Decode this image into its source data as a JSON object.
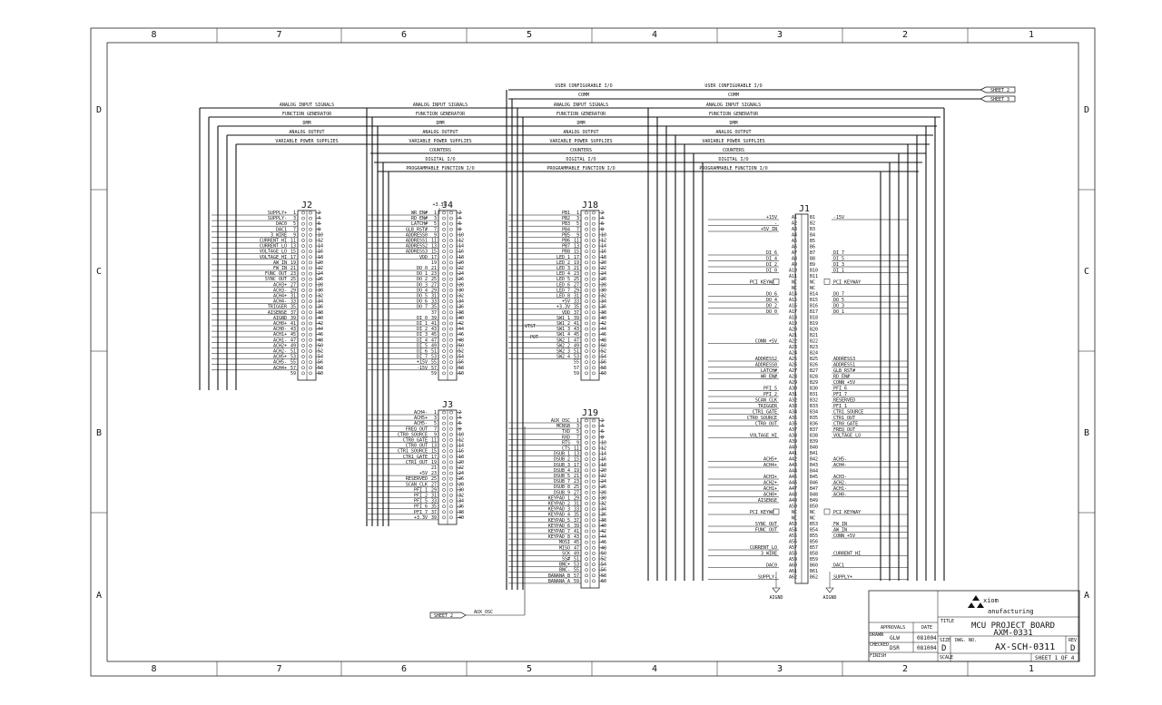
{
  "border": {
    "cols": [
      "8",
      "7",
      "6",
      "5",
      "4",
      "3",
      "2",
      "1"
    ],
    "rows": [
      "D",
      "C",
      "B",
      "A"
    ]
  },
  "buses": {
    "top_labels": [
      "USER CONFIGURABLE I/O",
      "COMM",
      "ANALOG INPUT SIGNALS",
      "FUNCTION GENERATOR",
      "DMM",
      "ANALOG OUTPUT",
      "VARIABLE POWER SUPPLIES",
      "COUNTERS",
      "DIGITAL I/O",
      "PROGRAMMABLE FUNCTION I/O"
    ]
  },
  "offsheet": {
    "sheet2": "SHEET 2",
    "sheet3": "SHEET 3",
    "aux_osc": "AUX_OSC"
  },
  "power": {
    "v33": "+3.3V",
    "agnd": "AIGND"
  },
  "j2": {
    "name": "J2",
    "left": [
      "SUPPLY+",
      "SUPPLY-",
      "DAC0",
      "DAC1",
      "3_WIRE",
      "CURRENT_HI",
      "CURRENT_LO",
      "VOLTAGE_LO",
      "VOLTAGE_HI",
      "AW_IN",
      "FW_IN",
      "FUNC_OUT",
      "SYNC_OUT",
      "ACH3+",
      "ACH3-",
      "ACH4+",
      "ACH4-",
      "TRIGGER",
      "AISENSE",
      "AIGND",
      "ACH0+",
      "ACH0-",
      "ACH1+",
      "ACH1-",
      "ACH2+",
      "ACH2-",
      "ACH5+",
      "ACH5-",
      "ACH4+"
    ],
    "leftnums": [
      "1",
      "3",
      "5",
      "7",
      "9",
      "11",
      "13",
      "15",
      "17",
      "19",
      "21",
      "23",
      "25",
      "27",
      "29",
      "31",
      "33",
      "35",
      "37",
      "39",
      "41",
      "43",
      "45",
      "47",
      "49",
      "51",
      "53",
      "55",
      "57",
      "59"
    ],
    "rightnums": [
      "2",
      "4",
      "6",
      "8",
      "10",
      "12",
      "14",
      "16",
      "18",
      "20",
      "22",
      "24",
      "26",
      "28",
      "30",
      "32",
      "34",
      "36",
      "38",
      "40",
      "42",
      "44",
      "46",
      "48",
      "50",
      "52",
      "54",
      "56",
      "58",
      "60"
    ]
  },
  "j4": {
    "name": "J4",
    "left": [
      "WR_EN#",
      "RD_EN#",
      "LATCH#",
      "GLB_RST#",
      "ADDRESS0",
      "ADDRESS1",
      "ADDRESS2",
      "ADDRESS3",
      "VDD",
      "",
      "DO_0",
      "DO_1",
      "DO_2",
      "DO_3",
      "DO_4",
      "DO_5",
      "DO_6",
      "DO_7",
      "",
      "DI_0",
      "DI_1",
      "DI_2",
      "DI_3",
      "DI_4",
      "DI_5",
      "DI_6",
      "DI_7",
      "+15V",
      "-15V"
    ],
    "leftnums": [
      "1",
      "3",
      "5",
      "7",
      "9",
      "11",
      "13",
      "15",
      "17",
      "19",
      "21",
      "23",
      "25",
      "27",
      "29",
      "31",
      "33",
      "35",
      "37",
      "39",
      "41",
      "43",
      "45",
      "47",
      "49",
      "51",
      "53",
      "55",
      "57",
      "59"
    ],
    "rightnums": [
      "2",
      "4",
      "6",
      "8",
      "10",
      "12",
      "14",
      "16",
      "18",
      "20",
      "22",
      "24",
      "26",
      "28",
      "30",
      "32",
      "34",
      "36",
      "38",
      "40",
      "42",
      "44",
      "46",
      "48",
      "50",
      "52",
      "54",
      "56",
      "58",
      "60"
    ]
  },
  "j3": {
    "name": "J3",
    "left": [
      "ACH4-",
      "ACH5+",
      "ACH5-",
      "FREQ_OUT",
      "CTR0_SOURCE",
      "CTR0_GATE",
      "CTR0_OUT",
      "CTR1_SOURCE",
      "CTR1_GATE",
      "CTR1_OUT",
      "",
      "+5V",
      "RESERVED",
      "SCAN_CLK",
      "PFI_1",
      "PFI_2",
      "PFI_5",
      "PFI_6",
      "PFI_7",
      "+3.3V"
    ],
    "leftnums": [
      "1",
      "3",
      "5",
      "7",
      "9",
      "11",
      "13",
      "15",
      "17",
      "19",
      "21",
      "23",
      "25",
      "27",
      "29",
      "31",
      "33",
      "35",
      "37",
      "39"
    ],
    "rightnums": [
      "2",
      "4",
      "6",
      "8",
      "10",
      "12",
      "14",
      "16",
      "18",
      "20",
      "22",
      "24",
      "26",
      "28",
      "30",
      "32",
      "34",
      "36",
      "38",
      "40"
    ]
  },
  "j18": {
    "name": "J18",
    "left": [
      "PB1",
      "PB2",
      "PB3",
      "PB4",
      "PB5",
      "PB6",
      "PB7",
      "PB8",
      "LED_1",
      "LED_2",
      "LED_3",
      "LED_4",
      "LED_5",
      "LED_6",
      "LED_7",
      "LED_8",
      "+5V",
      "+3.3V",
      "VDD",
      "SW1_1",
      "SW1_2",
      "SW1_3",
      "SW1_4",
      "SW2_1",
      "SW2_2",
      "SW2_3",
      "SW2_4"
    ],
    "leftnums": [
      "1",
      "3",
      "5",
      "7",
      "9",
      "11",
      "13",
      "15",
      "17",
      "19",
      "21",
      "23",
      "25",
      "27",
      "29",
      "31",
      "33",
      "35",
      "37",
      "39",
      "41",
      "43",
      "45",
      "47",
      "49",
      "51",
      "53",
      "55",
      "57",
      "59"
    ],
    "rightnums": [
      "2",
      "4",
      "6",
      "8",
      "10",
      "12",
      "14",
      "16",
      "18",
      "20",
      "22",
      "24",
      "26",
      "28",
      "30",
      "32",
      "34",
      "36",
      "38",
      "40",
      "42",
      "44",
      "46",
      "48",
      "50",
      "52",
      "54",
      "56",
      "58",
      "60"
    ],
    "extra": {
      "vtst": "VTST",
      "pot": "POT"
    }
  },
  "j19": {
    "name": "J19",
    "left": [
      "AUX_OSC",
      "MCNSB",
      "TXD",
      "RXD",
      "RTS",
      "CTS",
      "DSUB_1",
      "DSUB_2",
      "DSUB_3",
      "DSUB_4",
      "DSUB_5",
      "DSUB_7",
      "DSUB_8",
      "DSUB_9",
      "KEYPAD_1",
      "KEYPAD_2",
      "KEYPAD_3",
      "KEYPAD_4",
      "KEYPAD_5",
      "KEYPAD_6",
      "KEYPAD_7",
      "KEYPAD_8",
      "MOSI",
      "MISO",
      "SCK",
      "SS#",
      "BNC+",
      "BNC-",
      "BANANA_B",
      "BANANA_A"
    ],
    "leftnums": [
      "1",
      "3",
      "5",
      "7",
      "9",
      "11",
      "13",
      "15",
      "17",
      "19",
      "21",
      "23",
      "25",
      "27",
      "29",
      "31",
      "33",
      "35",
      "37",
      "39",
      "41",
      "43",
      "45",
      "47",
      "49",
      "51",
      "53",
      "55",
      "57",
      "59"
    ],
    "rightnums": [
      "2",
      "4",
      "6",
      "8",
      "10",
      "12",
      "14",
      "16",
      "18",
      "20",
      "22",
      "24",
      "26",
      "28",
      "30",
      "32",
      "34",
      "36",
      "38",
      "40",
      "42",
      "44",
      "46",
      "48",
      "50",
      "52",
      "54",
      "56",
      "58",
      "60"
    ]
  },
  "j1": {
    "name": "J1",
    "a": [
      "A1",
      "A2",
      "A3",
      "A4",
      "A5",
      "A6",
      "A7",
      "A8",
      "A9",
      "A10",
      "A11",
      "NC",
      "NC",
      "A14",
      "A15",
      "A16",
      "A17",
      "A18",
      "A19",
      "A20",
      "A21",
      "A22",
      "A23",
      "A24",
      "A25",
      "A26",
      "A27",
      "A28",
      "A29",
      "A30",
      "A31",
      "A32",
      "A33",
      "A34",
      "A35",
      "A36",
      "A37",
      "A38",
      "A39",
      "A40",
      "A41",
      "A42",
      "A43",
      "A44",
      "A45",
      "A46",
      "A47",
      "A48",
      "A49",
      "A50",
      "NC",
      "NC",
      "A53",
      "A54",
      "A55",
      "A56",
      "A57",
      "A58",
      "A59",
      "A60",
      "A61",
      "A62"
    ],
    "b": [
      "B1",
      "B2",
      "B3",
      "B4",
      "B5",
      "B6",
      "B7",
      "B8",
      "B9",
      "B10",
      "B11",
      "NC",
      "NC",
      "B14",
      "B15",
      "B16",
      "B17",
      "B18",
      "B19",
      "B20",
      "B21",
      "B22",
      "B23",
      "B24",
      "B25",
      "B26",
      "B27",
      "B28",
      "B29",
      "B30",
      "B31",
      "B32",
      "B33",
      "B34",
      "B35",
      "B36",
      "B37",
      "B38",
      "B39",
      "B40",
      "B41",
      "B42",
      "B43",
      "B44",
      "B45",
      "B46",
      "B47",
      "B48",
      "B49",
      "B50",
      "NC",
      "NC",
      "B53",
      "B54",
      "B55",
      "B56",
      "B57",
      "B58",
      "B59",
      "B60",
      "B61",
      "B62"
    ],
    "left_signals": [
      "+15V",
      "-",
      "+5V_IN",
      "",
      "",
      "",
      "DI_6",
      "DI_4",
      "DI_2",
      "DI_0",
      "",
      "PCI KEYWAY",
      "",
      "DO_6",
      "DO_4",
      "DO_2",
      "DO_0",
      "",
      "",
      "",
      "",
      "CONN_+5V",
      "",
      "",
      "ADDRESS2",
      "ADDRESS0",
      "LATCH#",
      "WR_EN#",
      "",
      "PFI_5",
      "PFI_2",
      "SCAN_CLK",
      "TRIGGER",
      "CTR1_GATE",
      "CTR0_SOURCE",
      "CTR0_OUT",
      "",
      "VOLTAGE_HI",
      "",
      "",
      "",
      "ACH5+",
      "ACH4+",
      "",
      "ACH3+",
      "ACH2+",
      "ACH1+",
      "ACH0+",
      "AISENSE",
      "",
      "PCI KEYWAY",
      "",
      "SYNC_OUT",
      "FUNC_OUT",
      "",
      "",
      "CURRENT_LO",
      "3_WIRE",
      "",
      "DAC0",
      "",
      "SUPPLY-"
    ],
    "right_signals": [
      "-15V",
      "",
      "",
      "",
      "",
      "",
      "DI_7",
      "DI_5",
      "DI_3",
      "DI_1",
      "",
      "PCI KEYWAY",
      "",
      "DO_7",
      "DO_5",
      "DO_3",
      "DO_1",
      "",
      "",
      "",
      "",
      "",
      "",
      "",
      "ADDRESS3",
      "ADDRESS1",
      "GLB_RST#",
      "RD_EN#",
      "CONN_+5V",
      "PFI_6",
      "PFI_7",
      "RESERVED",
      "PFI_1",
      "CTR1_SOURCE",
      "CTR1_OUT",
      "CTR0_GATE",
      "FREQ_OUT",
      "VOLTAGE_LO",
      "",
      "",
      "",
      "ACH5-",
      "ACH4-",
      "",
      "ACH3-",
      "ACH2-",
      "ACH1-",
      "ACH0-",
      "",
      "",
      "PCI KEYWAY",
      "",
      "FW_IN",
      "AW_IN",
      "CONN_+5V",
      "",
      "",
      "CURRENT_HI",
      "",
      "DAC1",
      "",
      "SUPPLY+"
    ]
  },
  "title_block": {
    "company_line1": "xiom",
    "company_line2": "anufacturing",
    "title_label": "TITLE",
    "title_line1": "MCU PROJECT BOARD",
    "title_line2": "AXM-0331",
    "approvals": "APPROVALS",
    "date_hdr": "DATE",
    "drawn_lbl": "DRAWN",
    "drawn_by": "GLW",
    "drawn_date": "081004",
    "checked_lbl": "CHECKED",
    "checked_by": "DSR",
    "checked_date": "081004",
    "finish_lbl": "FINISH",
    "size_lbl": "SIZE",
    "size": "D",
    "dwg_lbl": "DWG. NO.",
    "dwg_no": "AX-SCH-0311",
    "rev_lbl": "REV",
    "rev": "D",
    "scale_lbl": "SCALE",
    "sheet": "SHEET 1 OF 4"
  }
}
